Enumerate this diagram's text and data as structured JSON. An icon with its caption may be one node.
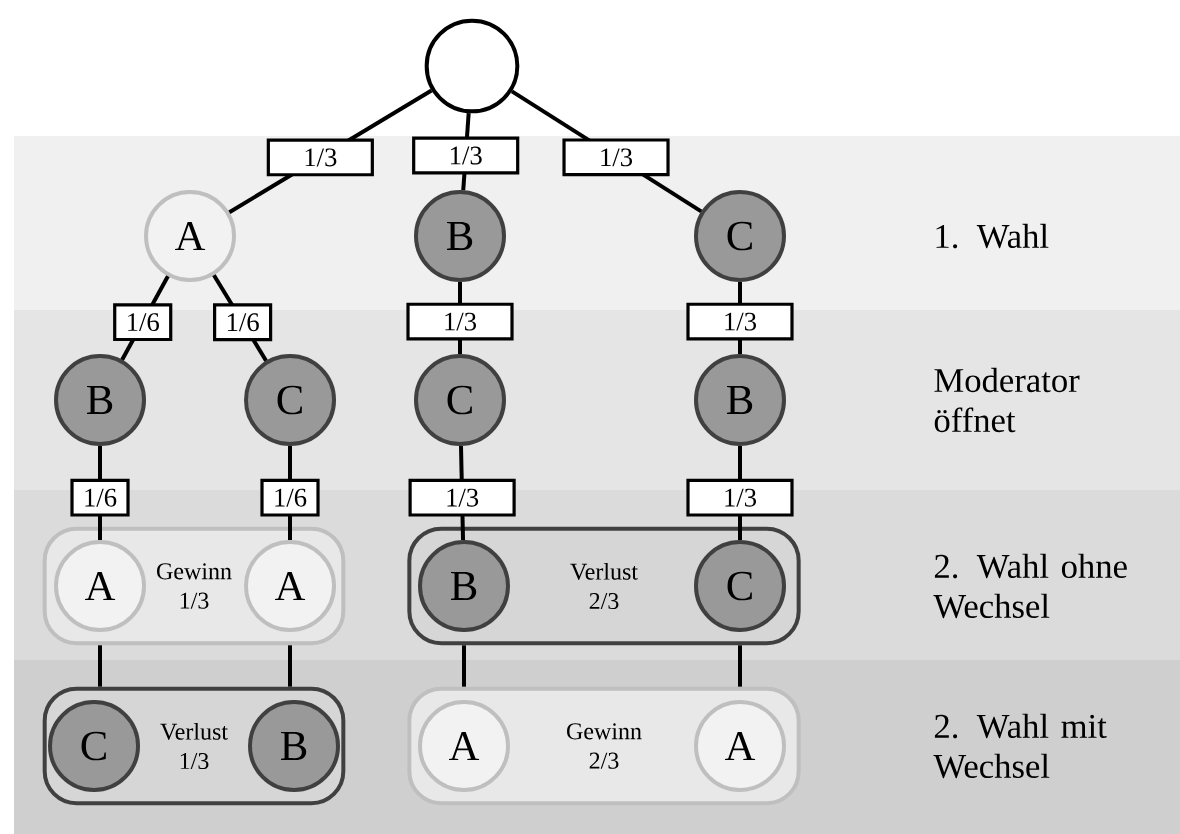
{
  "diagram": {
    "nodes": [
      {
        "text": [],
        "shape": "circle"
      },
      {
        "text": [
          "A"
        ]
      },
      {
        "text": [
          "B"
        ]
      },
      {
        "text": [
          "C"
        ]
      },
      {
        "text": [
          "B"
        ]
      },
      {
        "text": [
          "C"
        ]
      },
      {
        "text": [
          "C"
        ]
      },
      {
        "text": [
          "B"
        ]
      },
      {
        "text": [
          "Gewinn 1/3"
        ]
      },
      {
        "text": [
          "A"
        ],
        "in": 8
      },
      {
        "text": [
          "A"
        ],
        "in": 8
      },
      {
        "text": [
          "Verlust 2/3"
        ]
      },
      {
        "text": [
          "B"
        ],
        "in": 11
      },
      {
        "text": [
          "C"
        ],
        "in": 11
      },
      {
        "text": [
          "Verlust 1/3"
        ]
      },
      {
        "text": [
          "C"
        ],
        "in": 14
      },
      {
        "text": [
          "B"
        ],
        "in": 14
      },
      {
        "text": [
          "Gewinn 2/3"
        ]
      },
      {
        "text": [
          "A"
        ],
        "in": 17
      },
      {
        "text": [
          "A"
        ],
        "in": 17
      }
    ],
    "edges": [
      {
        "from": 0,
        "to": 1,
        "arrow": "none",
        "label": "1/3"
      },
      {
        "from": 0,
        "to": 2,
        "arrow": "none",
        "label": "1/3"
      },
      {
        "from": 0,
        "to": 3,
        "arrow": "none",
        "label": "1/3"
      },
      {
        "from": 1,
        "to": 4,
        "arrow": "none",
        "label": "1/6"
      },
      {
        "from": 1,
        "to": 5,
        "arrow": "none",
        "label": "1/6"
      },
      {
        "from": 2,
        "to": 6,
        "arrow": "none",
        "label": "1/3"
      },
      {
        "from": 3,
        "to": 7,
        "arrow": "none",
        "label": "1/3"
      },
      {
        "from": 4,
        "to": 9,
        "arrow": "none",
        "label": "1/6"
      },
      {
        "from": 5,
        "to": 10,
        "arrow": "none",
        "label": "1/6"
      },
      {
        "from": 6,
        "to": 12,
        "arrow": "none",
        "label": "1/3"
      },
      {
        "from": 7,
        "to": 13,
        "arrow": "none",
        "label": "1/3"
      },
      {
        "from": 8,
        "to": 14,
        "arrow": "none"
      },
      {
        "from": 8,
        "to": 14,
        "arrow": "none"
      },
      {
        "from": 11,
        "to": 17,
        "arrow": "none"
      },
      {
        "from": 11,
        "to": 17,
        "arrow": "none"
      }
    ],
    "labels": [
      "1. Wahl",
      "Moderator öffnet",
      "2. Wahl ohne Wechsel",
      "2. Wahl mit Wechsel"
    ]
  }
}
